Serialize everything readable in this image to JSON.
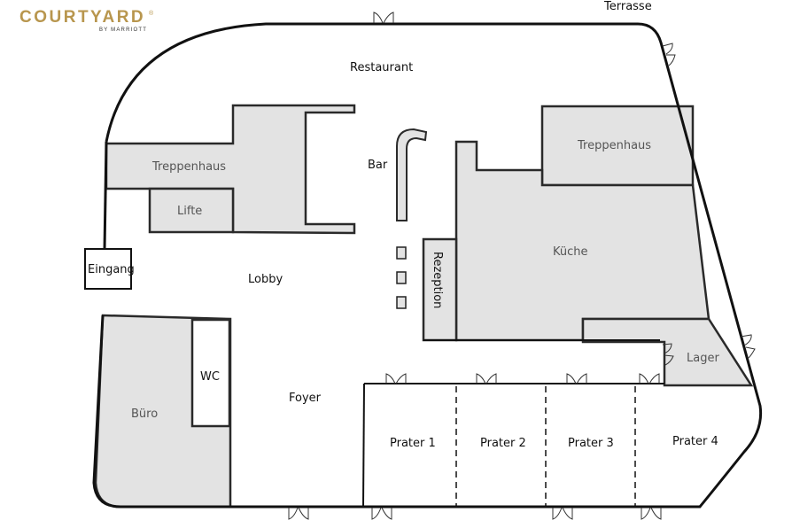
{
  "logo": {
    "brand": "COURTYARD",
    "sub": "BY MARRIOTT",
    "mark": "®"
  },
  "rooms": {
    "terrasse": "Terrasse",
    "restaurant": "Restaurant",
    "treppenhaus_left": "Treppenhaus",
    "lifte": "Lifte",
    "bar": "Bar",
    "treppenhaus_right": "Treppenhaus",
    "kueche": "Küche",
    "rezeption": "Rezeption",
    "eingang": "Eingang",
    "lobby": "Lobby",
    "wc": "WC",
    "buero": "Büro",
    "foyer": "Foyer",
    "lager": "Lager",
    "prater1": "Prater 1",
    "prater2": "Prater 2",
    "prater3": "Prater 3",
    "prater4": "Prater 4"
  },
  "colors": {
    "room_fill": "#e3e3e3",
    "wall": "#111111",
    "logo": "#b8964e"
  },
  "icons": {
    "door": "double-door-icon"
  }
}
